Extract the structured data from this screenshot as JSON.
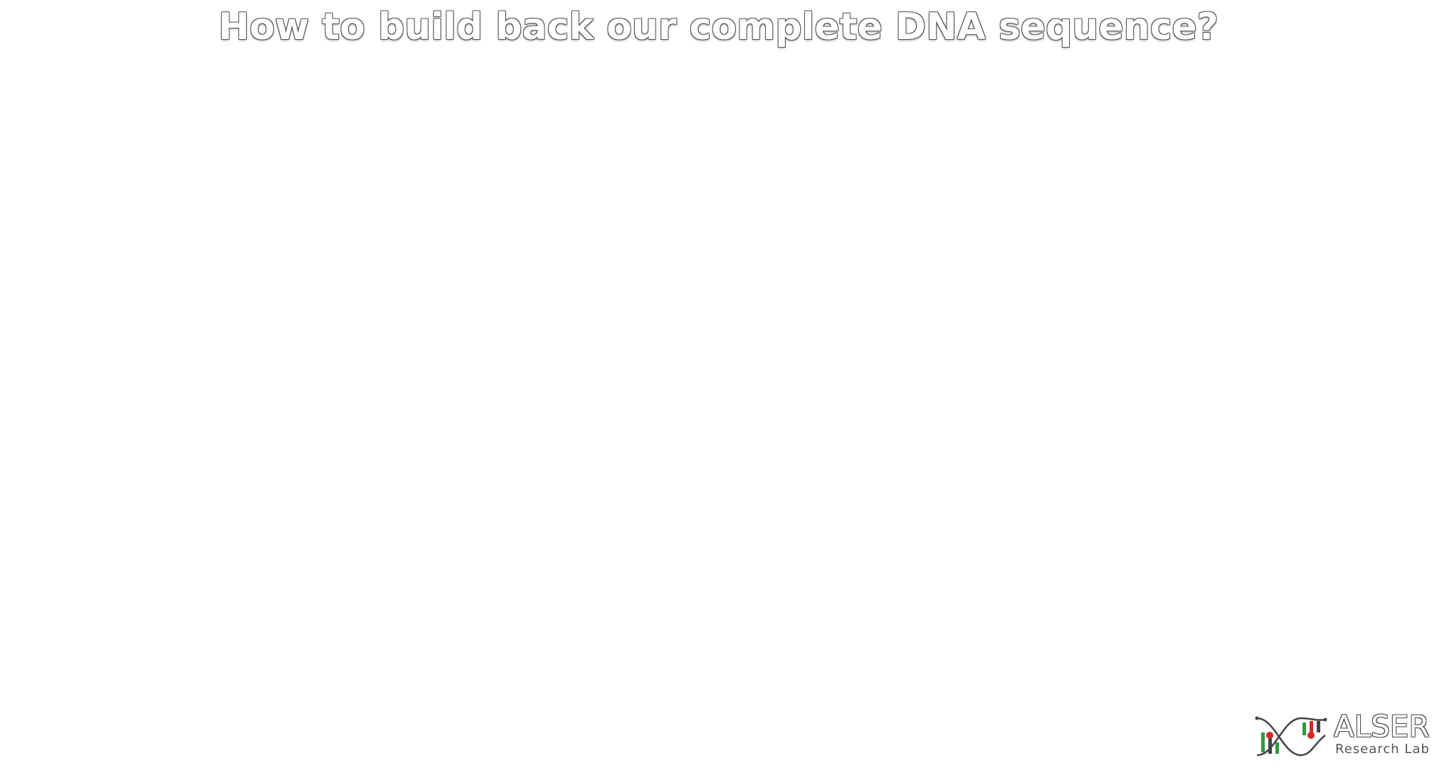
{
  "slide": {
    "title": "How to build back our complete DNA sequence?"
  },
  "logo": {
    "name": "ALSER",
    "subtitle": "Research Lab",
    "icon": "dna-helix-icon",
    "colors": {
      "green": "#2e9b3e",
      "red": "#d62828",
      "outline": "#444444"
    }
  }
}
